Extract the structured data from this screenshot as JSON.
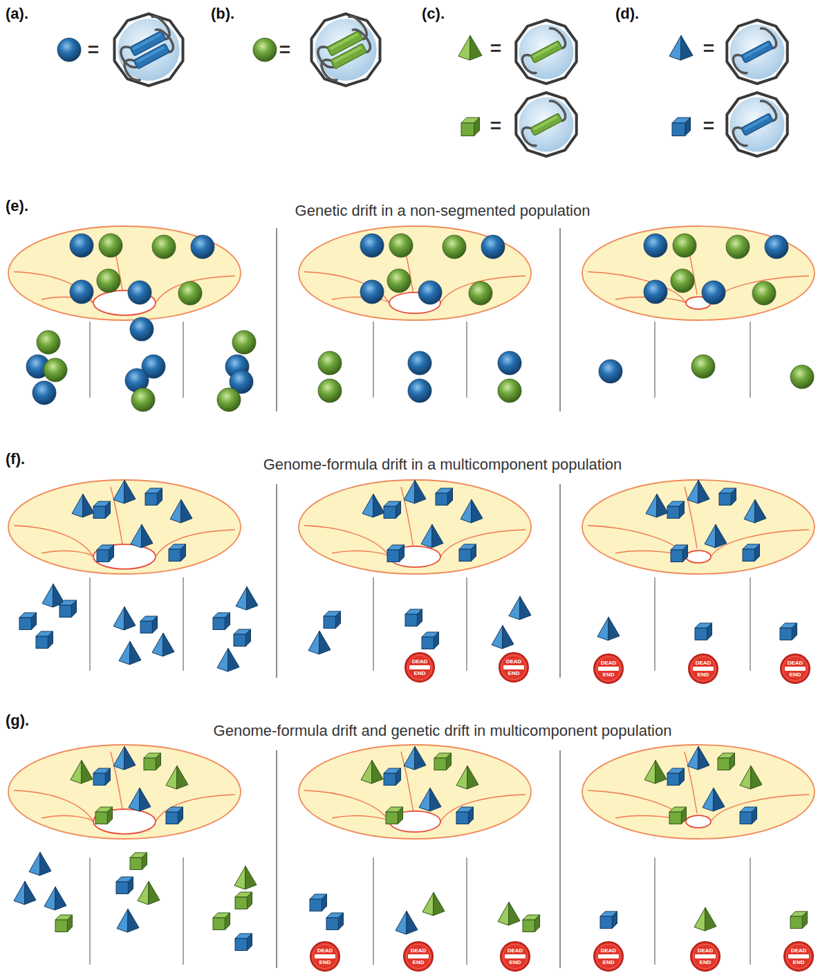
{
  "diagram": {
    "nodes": [
      {
        "text": [
          "DEAD END"
        ]
      },
      {
        "text": [
          "DEAD END"
        ]
      },
      {
        "text": [
          "DEAD END"
        ]
      },
      {
        "text": [
          "DEAD END"
        ]
      },
      {
        "text": [
          "DEAD END"
        ]
      },
      {
        "text": [
          "DEAD END"
        ]
      },
      {
        "text": [
          "DEAD END"
        ]
      },
      {
        "text": [
          "DEAD END"
        ]
      },
      {
        "text": [
          "DEAD END"
        ]
      },
      {
        "text": [
          "DEAD END"
        ]
      },
      {
        "text": [
          "DEAD END"
        ]
      }
    ],
    "labels": [
      "(a).",
      "=",
      "(b).",
      "=",
      "(c).",
      "=",
      "=",
      "(d).",
      "=",
      "=",
      "(e).",
      "Genetic drift in a non-segmented population",
      "(f).",
      "Genome-formula drift in a multicomponent population",
      "(g).",
      "Genome-formula drift and genetic drift in multicomponent population"
    ]
  }
}
